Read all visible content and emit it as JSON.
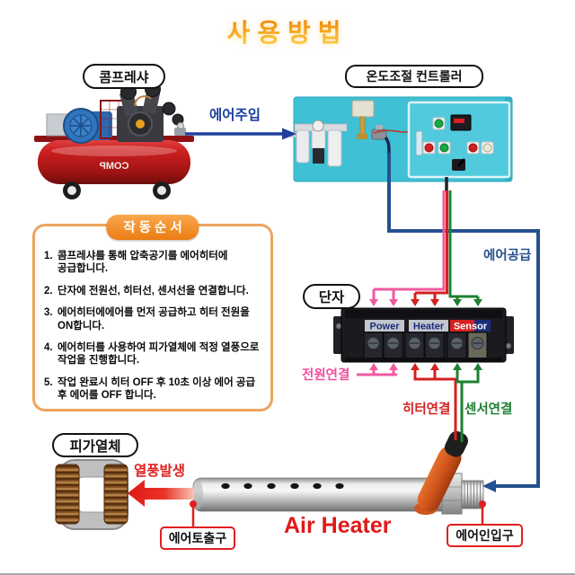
{
  "title": "사용방법",
  "labels": {
    "compressor": "콤프레샤",
    "controller": "온도조절 컨트롤러",
    "air_inject": "에어주입",
    "air_supply": "에어공급",
    "terminal": "단자",
    "power_connect": "전원연결",
    "heater_connect": "히터연결",
    "sensor_connect": "센서연결",
    "heated_object": "피가열체",
    "hot_air": "열풍발생",
    "air_outlet": "에어토출구",
    "air_heater": "Air Heater",
    "air_inlet": "에어인입구"
  },
  "terminal_block": {
    "labels": [
      "Power",
      "Heater",
      "Sensor"
    ]
  },
  "compressor_logo": "COMP",
  "steps": {
    "heading": "작동순서",
    "items": [
      {
        "num": "1.",
        "text": "콤프레샤를 통해 압축공기를 에어히터에 공급합니다."
      },
      {
        "num": "2.",
        "text": "단자에 전원선, 히터선, 센서선을 연결합니다."
      },
      {
        "num": "3.",
        "text": "에어히터에에어를 먼저 공급하고 히터 전원을 ON합니다."
      },
      {
        "num": "4.",
        "text": "에어히터를 사용하여 피가열체에 적정 열풍으로 작업을 진행합니다."
      },
      {
        "num": "5.",
        "text": "작업 완료시 히터 OFF 후 10초 이상 에어 공급 후 에어를 OFF 합니다."
      }
    ]
  },
  "colors": {
    "title_orange": "#f29110",
    "panel_cyan": "#3fc0d4",
    "wire_pink": "#f05aa0",
    "wire_red": "#d42020",
    "wire_green": "#1e8030",
    "wire_blue": "#26508e",
    "steps_border": "#eda55e",
    "heater_red": "#e01818"
  }
}
